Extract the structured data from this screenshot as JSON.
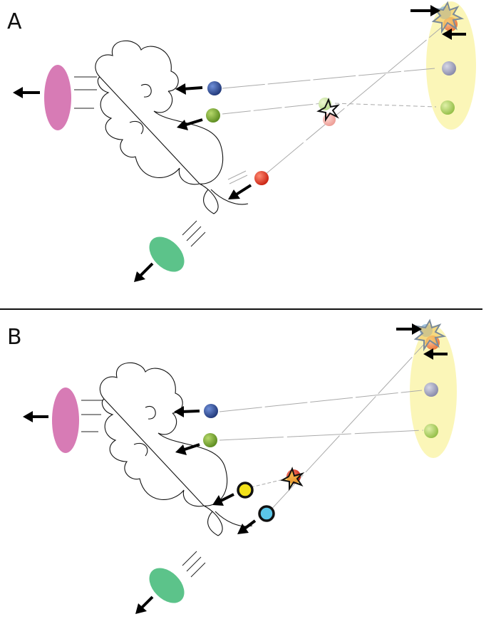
{
  "panels": [
    {
      "id": "A",
      "label": "A"
    },
    {
      "id": "B",
      "label": "B"
    }
  ],
  "colors": {
    "pink": "#d77bb5",
    "green_ellipse": "#5cc38a",
    "yellow_ellipse": "#fbf6b8",
    "blue_ball": "#2b4a9b",
    "green_ball": "#7ba832",
    "red_ball": "#e03b2a",
    "grey_ball": "#9b9db8",
    "light_green_ball": "#a9cc66",
    "orange_ball": "#f08a55",
    "yellow_marker": "#f3e21a",
    "cyan_marker": "#5bc6e8",
    "divider": "#111111"
  },
  "icons": [
    "cloud-outline",
    "arrow-icon",
    "star-burst-icon",
    "sphere-icon"
  ]
}
